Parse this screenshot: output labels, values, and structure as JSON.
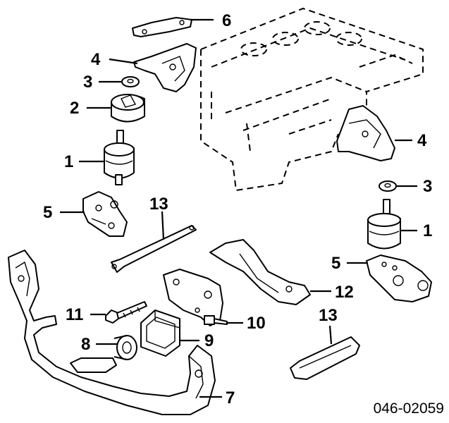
{
  "diagram": {
    "part_number": "046-02059",
    "callouts": [
      {
        "id": "c6",
        "label": "6"
      },
      {
        "id": "c4a",
        "label": "4"
      },
      {
        "id": "c3a",
        "label": "3"
      },
      {
        "id": "c2",
        "label": "2"
      },
      {
        "id": "c1a",
        "label": "1"
      },
      {
        "id": "c5a",
        "label": "5"
      },
      {
        "id": "c13a",
        "label": "13"
      },
      {
        "id": "c4b",
        "label": "4"
      },
      {
        "id": "c3b",
        "label": "3"
      },
      {
        "id": "c1b",
        "label": "1"
      },
      {
        "id": "c5b",
        "label": "5"
      },
      {
        "id": "c12",
        "label": "12"
      },
      {
        "id": "c11",
        "label": "11"
      },
      {
        "id": "c10",
        "label": "10"
      },
      {
        "id": "c13b",
        "label": "13"
      },
      {
        "id": "c8",
        "label": "8"
      },
      {
        "id": "c9",
        "label": "9"
      },
      {
        "id": "c7",
        "label": "7"
      }
    ]
  }
}
